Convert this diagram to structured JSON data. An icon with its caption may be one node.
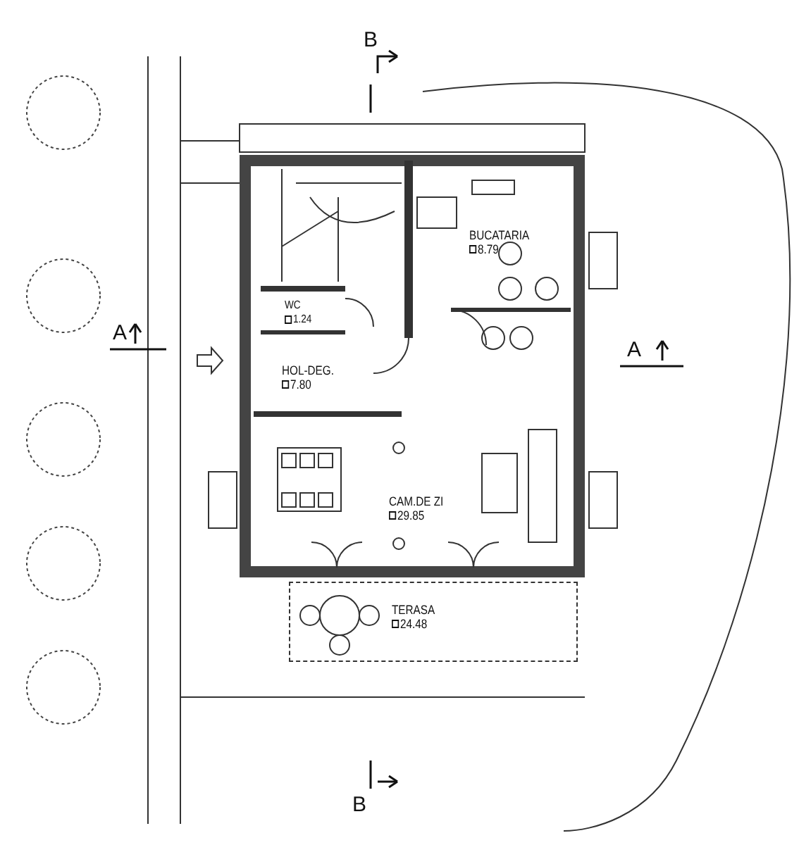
{
  "diagram": {
    "nodes": [
      {
        "text": [
          "WC",
          "1.24"
        ]
      },
      {
        "text": [
          "BUCATARIA",
          "8.79"
        ]
      },
      {
        "text": [
          "HOL-DEG.",
          "7.80"
        ]
      },
      {
        "text": [
          "CAM.DE ZI",
          "29.85"
        ]
      },
      {
        "text": [
          "TERASA",
          "24.48"
        ]
      }
    ],
    "labels": [
      "B",
      "A",
      "A",
      "B"
    ]
  }
}
